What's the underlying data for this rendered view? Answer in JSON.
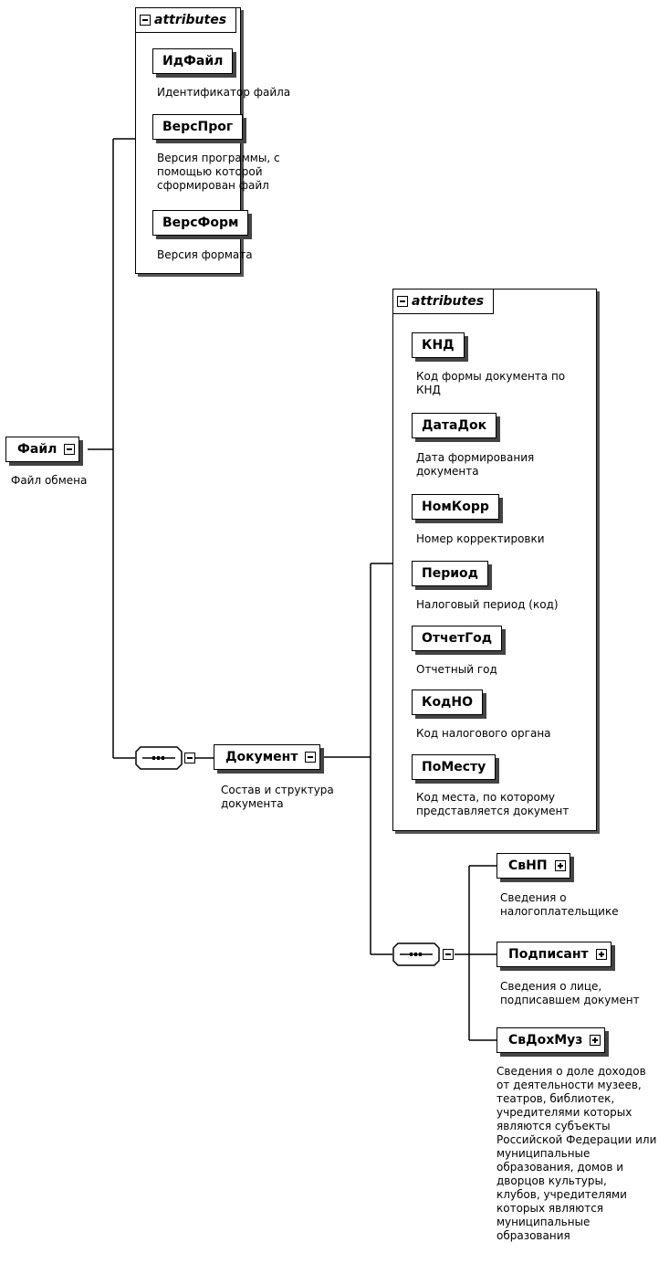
{
  "root": {
    "label": "Файл",
    "desc": "Файл обмена"
  },
  "panel1": {
    "title": "attributes",
    "items": [
      {
        "label": "ИдФайл",
        "desc": "Идентификатор файла"
      },
      {
        "label": "ВерсПрог",
        "desc": "Версия программы, с\nпомощью которой\nсформирован файл"
      },
      {
        "label": "ВерсФорм",
        "desc": "Версия формата"
      }
    ]
  },
  "doc": {
    "label": "Документ",
    "desc": "Состав и структура\nдокумента"
  },
  "panel2": {
    "title": "attributes",
    "items": [
      {
        "label": "КНД",
        "desc": "Код формы документа по\nКНД"
      },
      {
        "label": "ДатаДок",
        "desc": "Дата формирования\nдокумента"
      },
      {
        "label": "НомКорр",
        "desc": "Номер корректировки"
      },
      {
        "label": "Период",
        "desc": "Налоговый период (код)"
      },
      {
        "label": "ОтчетГод",
        "desc": "Отчетный год"
      },
      {
        "label": "КодНО",
        "desc": "Код налогового органа"
      },
      {
        "label": "ПоМесту",
        "desc": "Код места, по которому\nпредставляется документ"
      }
    ]
  },
  "children": [
    {
      "label": "СвНП",
      "desc": "Сведения о\nналогоплательщике"
    },
    {
      "label": "Подписант",
      "desc": "Сведения о лице,\nподписавшем документ"
    },
    {
      "label": "СвДохМуз",
      "desc": "Сведения о доле доходов\nот деятельности музеев,\nтеатров, библиотек,\nучредителями которых\nявляются субъекты\nРоссийской Федерации или\nмуниципальные\nобразования, домов и\nдворцов культуры,\nклубов, учредителями\nкоторых являются\nмуниципальные\nобразования"
    }
  ]
}
